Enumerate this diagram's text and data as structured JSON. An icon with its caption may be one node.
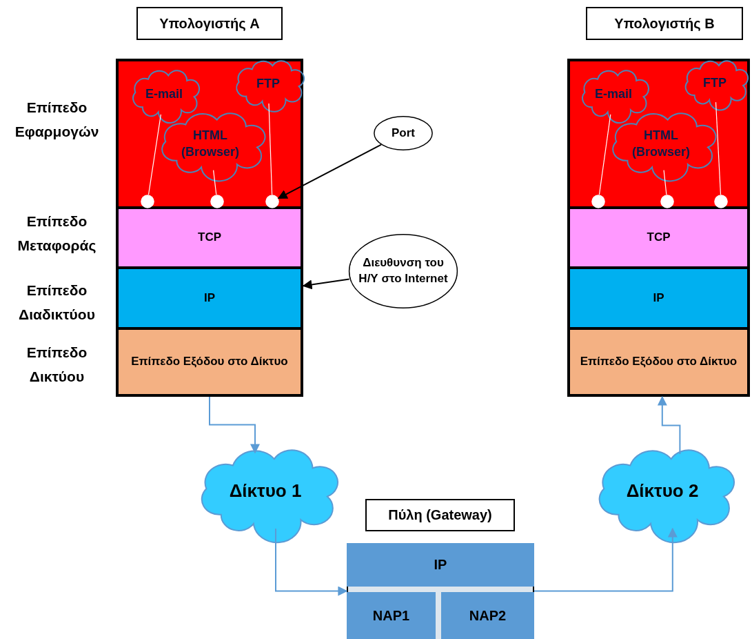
{
  "diagram": {
    "nodes": [
      {
        "text": [
          "Υπολογιστής A"
        ]
      },
      {
        "text": [
          "Υπολογιστής B"
        ]
      },
      {
        "text": [],
        "shape": "box"
      },
      {
        "text": [
          "E-mail"
        ],
        "in": 2
      },
      {
        "text": [
          "FTP"
        ],
        "in": 2
      },
      {
        "text": [
          "HTML (Browser)"
        ],
        "in": 2
      },
      {
        "text": [],
        "shape": "circle",
        "in": 2
      },
      {
        "text": [],
        "shape": "circle",
        "in": 2
      },
      {
        "text": [],
        "shape": "circle",
        "in": 2
      },
      {
        "text": [
          "Port"
        ]
      },
      {
        "text": [
          "TCP"
        ]
      },
      {
        "text": [
          "IP"
        ]
      },
      {
        "text": [
          "Επίπεδο Εξόδου στο Δίκτυο"
        ]
      },
      {
        "text": [
          "Διευθυνση του Η/Υ στο Internet"
        ]
      },
      {
        "text": [],
        "shape": "box"
      },
      {
        "text": [
          "E-mail"
        ],
        "in": 14
      },
      {
        "text": [
          "FTP"
        ],
        "in": 14
      },
      {
        "text": [
          "HTML (Browser)"
        ],
        "in": 14
      },
      {
        "text": [],
        "shape": "circle",
        "in": 14
      },
      {
        "text": [],
        "shape": "circle",
        "in": 14
      },
      {
        "text": [],
        "shape": "circle",
        "in": 14
      },
      {
        "text": [
          "TCP"
        ]
      },
      {
        "text": [
          "IP"
        ]
      },
      {
        "text": [
          "Επίπεδο Εξόδου στο Δίκτυο"
        ]
      },
      {
        "text": [
          "Δίκτυο 1"
        ]
      },
      {
        "text": [
          "Πύλη (Gateway)"
        ]
      },
      {
        "text": [],
        "shape": "box"
      },
      {
        "text": [
          "IP"
        ],
        "in": 26
      },
      {
        "text": [
          "NAP1"
        ],
        "in": 26
      },
      {
        "text": [
          "NAP2"
        ],
        "in": 26
      },
      {
        "text": [
          "Δίκτυο 2"
        ]
      }
    ],
    "edges": [
      {
        "from": 3,
        "to": 6,
        "arrow": "none"
      },
      {
        "from": 5,
        "to": 7,
        "arrow": "none"
      },
      {
        "from": 4,
        "to": 8,
        "arrow": "none"
      },
      {
        "from": 9,
        "to": 8,
        "arrow": "to",
        "color": "#000000"
      },
      {
        "from": 13,
        "to": 11,
        "arrow": "to",
        "color": "#000000"
      },
      {
        "from": 15,
        "to": 18,
        "arrow": "none"
      },
      {
        "from": 17,
        "to": 19,
        "arrow": "none"
      },
      {
        "from": 16,
        "to": 20,
        "arrow": "none"
      },
      {
        "from": 12,
        "to": 24,
        "arrow": "to",
        "color": "#5b9bd5"
      },
      {
        "from": 24,
        "to": 26,
        "arrow": "to",
        "color": "#5b9bd5"
      },
      {
        "from": 26,
        "to": 30,
        "arrow": "to",
        "color": "#5b9bd5"
      },
      {
        "from": 30,
        "to": 23,
        "arrow": "to",
        "color": "#5b9bd5"
      }
    ],
    "labels": [
      "Επίπεδο Εφαρμογών",
      "Επίπεδο Μεταφοράς",
      "Επίπεδο Διαδικτύου",
      "Επίπεδο Δικτύου"
    ]
  }
}
